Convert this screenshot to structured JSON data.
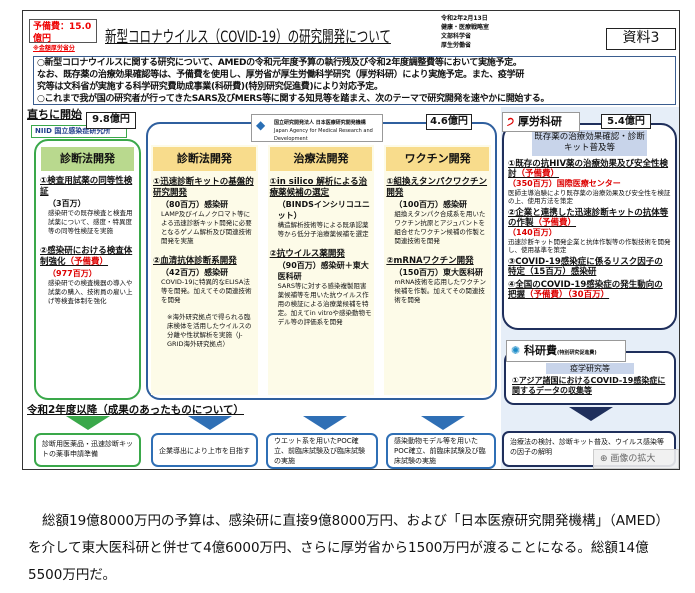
{
  "figure": {
    "budget_tag": "予備費：15.0億円",
    "budget_tag_note": "※金額厚労省分",
    "title": "新型コロナウイルス（COVID-19）の研究開発について",
    "meta": [
      "令和2年2月13日",
      "健康・医療戦略室",
      "文部科学省",
      "厚生労働省"
    ],
    "doc_label": "資料3",
    "intro": [
      "○新型コロナウイルスに関する研究について、AMEDの令和元年度予算の執行残及び令和2年度調整費等において実施予定。",
      "なお、既存薬の治療効果確認等は、予備費を使用し、厚労省が厚生労働科学研究（厚労科研）により実施予定。また、疫学研",
      "究等は文科省が実施する科学研究費助成事業(科研費)(特別研究促進費)により対応予定。",
      "○これまで我が国の研究者が行ってきたSARS及びMERS等に関する知見等を踏まえ、次のテーマで研究開発を速やかに開始する。"
    ],
    "start_label": "直ちに開始",
    "niid": {
      "amount": "9.8億円",
      "logo": "NIID 国立感染症研究所",
      "header": "診断法開発",
      "items": [
        {
          "h": "①検査用試薬の同等性検証",
          "s": "（3百万）",
          "d": "感染研での既存検査と検査用試薬について、感度・特異度等の同等性検証を実施"
        },
        {
          "h": "②感染研における検査体制強化",
          "tag": "（予備費）",
          "s": "（977百万）",
          "d": "感染研での検査機器の導入や試薬の購入、技術員の雇い上げ等検査体制を強化"
        }
      ]
    },
    "amed": {
      "amount": "4.6億円",
      "logo": "国立研究開発法人 日本医療研究開発機構",
      "logo_sub": "Japan Agency for Medical Research and Development",
      "columns": [
        {
          "header": "診断法開発",
          "items": [
            {
              "h": "①迅速診断キットの基盤的研究開発",
              "s": "（80百万）感染研",
              "d": "LAMP及びイムノクロマト等による迅速診断キット開発に必要となるゲノム解析及び関連技術開発を実施"
            },
            {
              "h": "②血清抗体診断系開発",
              "s": "（42百万）感染研",
              "d": "COVID-19に特異的なELISA法等を開発。加えてその関連技術を開発"
            }
          ],
          "note": "※海外研究拠点で得られる臨床検体を活用したウイルスの分離や性状解析を実施（J-GRID海外研究拠点）"
        },
        {
          "header": "治療法開発",
          "items": [
            {
              "h": "①in silico 解析による治療薬候補の選定",
              "s": "（BINDSインシリコユニット）",
              "d": "構造解析技術等による既承認薬等から低分子治療薬候補を選定"
            },
            {
              "h": "②抗ウイルス薬開発",
              "s": "（90百万）感染研＋東大医科研",
              "d": "SARS等に対する感染複製阻害薬候補等を用いた抗ウイルス作用の検証による治療薬候補を特定。加えてin vitroや感染動物モデル等の評価系を開発"
            }
          ]
        },
        {
          "header": "ワクチン開発",
          "items": [
            {
              "h": "①組換えタンパクワクチン開発",
              "s": "（100百万）感染研",
              "d": "組換えタンパク合成系を用いたワクチン抗原とアジュバントを組合せたワクチン候補の作製と関連技術を開発"
            },
            {
              "h": "②mRNAワクチン開発",
              "s": "（150百万）東大医科研",
              "d": "mRNA技術を応用したワクチン候補を作製。加えてその関連技術を開発"
            }
          ]
        }
      ]
    },
    "mhlw": {
      "label": "厚労科研",
      "amount": "5.4億円",
      "header": "既存薬の治療効果確認・診断キット普及等",
      "items": [
        {
          "h": "①既存の抗HIV薬の治療効果及び安全性検討",
          "tag": "（予備費）",
          "s": "（350百万）国際医療センター",
          "d": "医師主導治験により既存薬の治療効果及び安全性を検証の上、使用方法を策定"
        },
        {
          "h": "②企業と連携した迅速診断キットの抗体等の作製",
          "tag": "（予備費）",
          "s": "（140百万）",
          "d": "迅速診断キット開発企業と抗体作製等の作製技術を開発し、使用基準を策定"
        },
        {
          "h": "③COVID-19感染症に係るリスク因子の特定（15百万）感染研"
        },
        {
          "h": "④全国のCOVID-19感染症の発生動向の把握",
          "tag": "（予備費）（30百万）"
        }
      ]
    },
    "kaken": {
      "label": "科研費",
      "label_sub": "(特別研究促進費)",
      "header": "疫学研究等",
      "item": "①アジア諸国におけるCOVID-19感染症に関するデータの収集等"
    },
    "after_label": "令和2年度以降（成果のあったものについて）",
    "outcomes": [
      "診断用医薬品・迅速診断キットの薬事申請準備",
      "企業導出により上市を目指す",
      "ウエット系を用いたPOC確立、前臨床試験及び臨床試験の実施",
      "感染動物モデル等を用いたPOC確立、前臨床試験及び臨床試験の実施",
      "治療法の検討、診断キット普及、ウイルス感染等の因子の解明"
    ],
    "zoom_button": "画像の拡大"
  },
  "article": "総額19億8000万円の予算は、感染研に直接9億8000万円、および「日本医療研究開発機構」（AMED）を介して東大医科研と併せて4億6000万円、さらに厚労省から1500万円が渡ることになる。総額14億5500万円だ。"
}
